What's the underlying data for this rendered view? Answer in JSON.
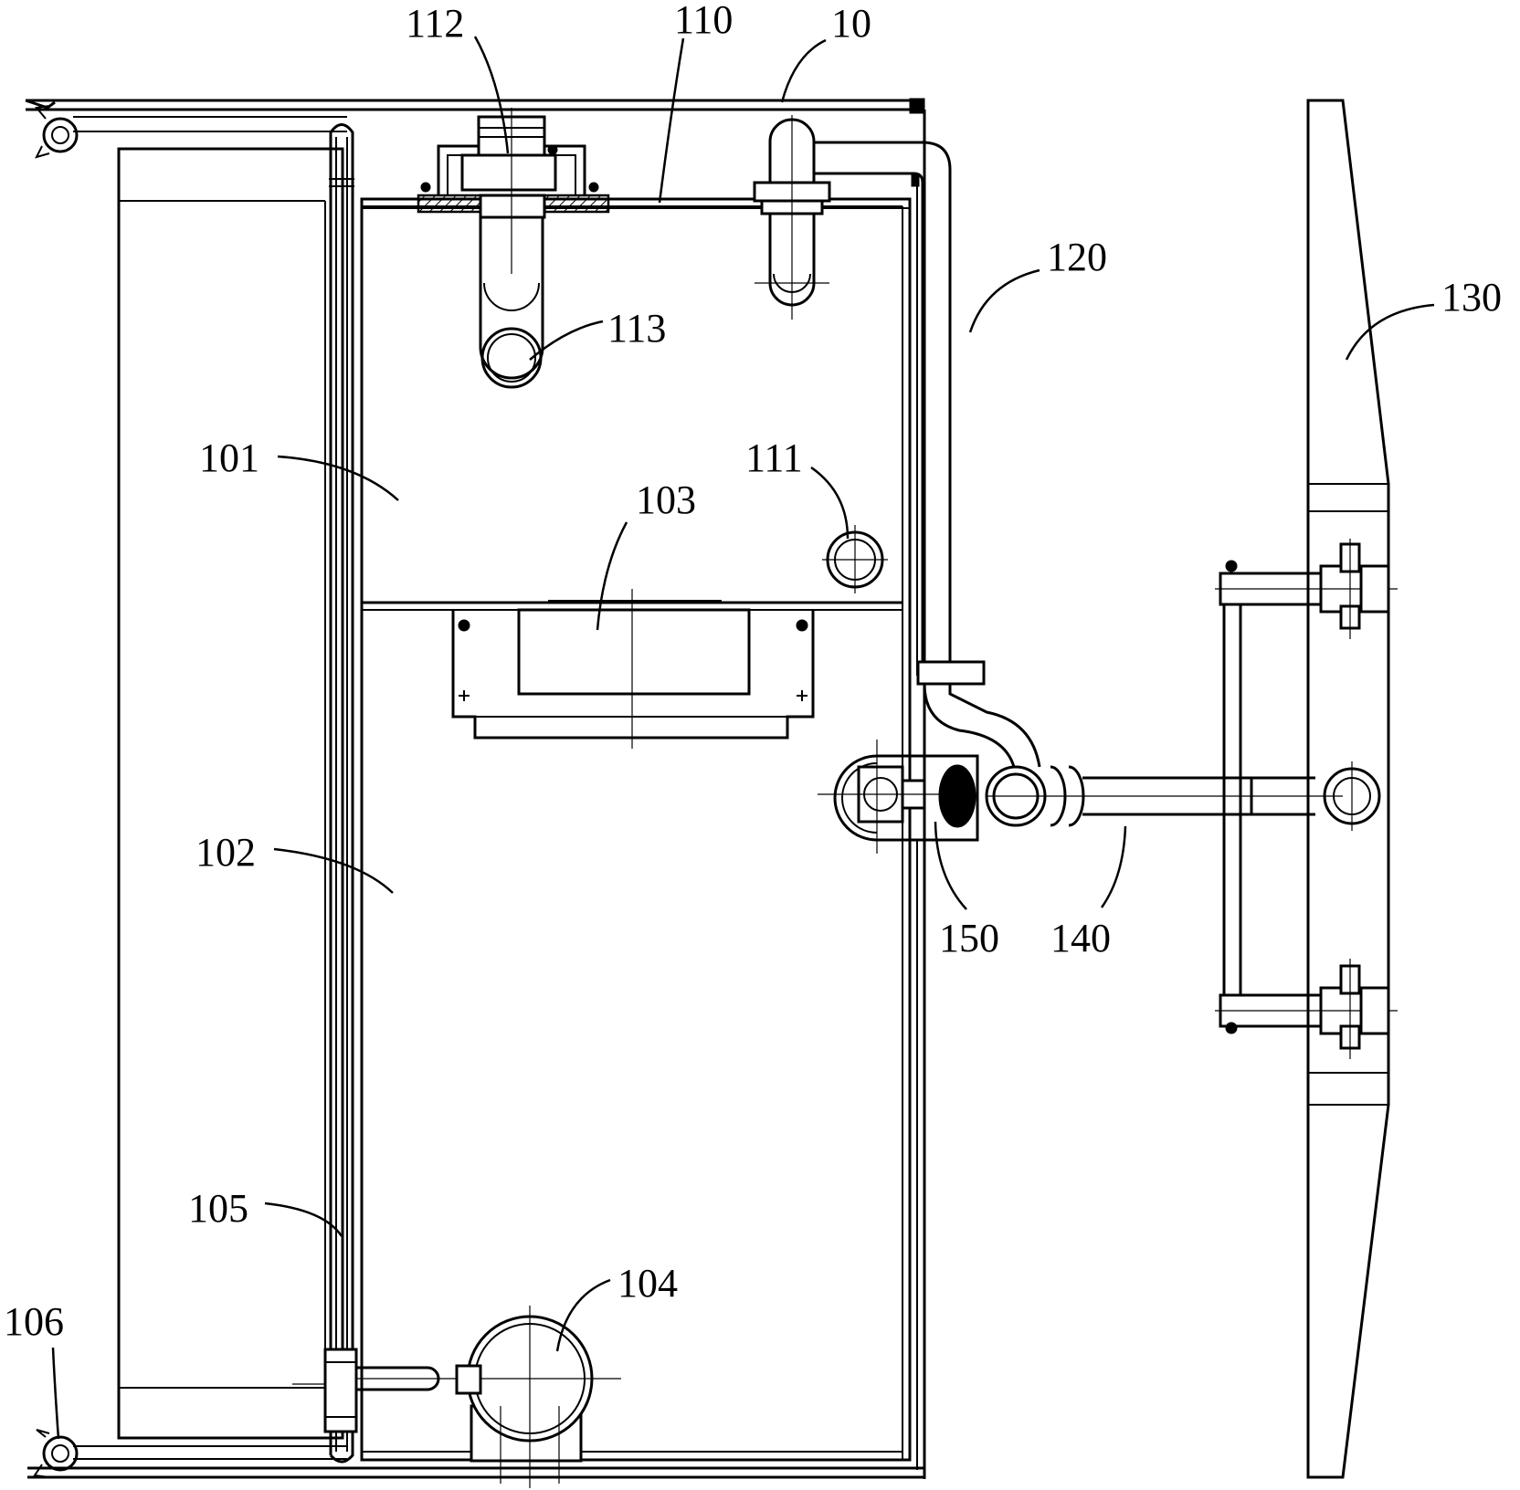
{
  "labels": {
    "l10": "10",
    "l101": "101",
    "l102": "102",
    "l103": "103",
    "l104": "104",
    "l105": "105",
    "l106": "106",
    "l110": "110",
    "l111": "111",
    "l112": "112",
    "l113": "113",
    "l120": "120",
    "l130": "130",
    "l140": "140",
    "l150": "150"
  }
}
